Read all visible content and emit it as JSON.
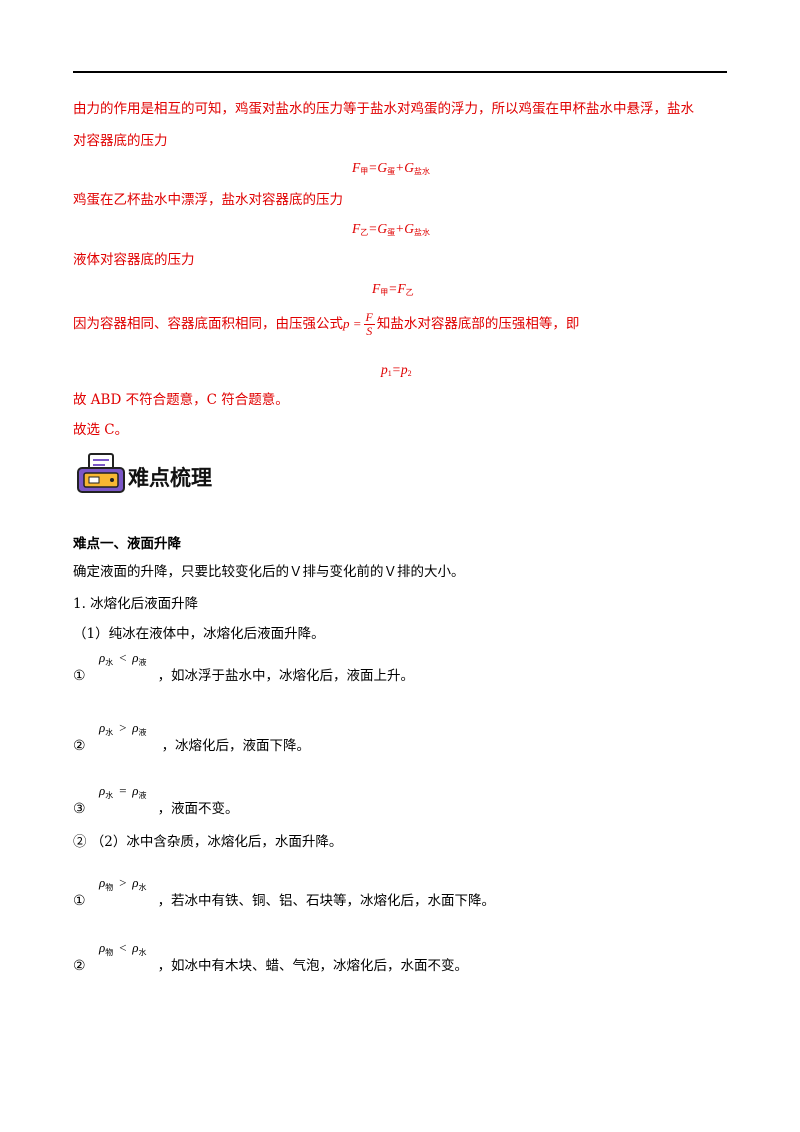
{
  "solution": {
    "line1": "由力的作用是相互的可知，鸡蛋对盐水的压力等于盐水对鸡蛋的浮力，所以鸡蛋在甲杯盐水中悬浮，盐水",
    "line2": "对容器底的压力",
    "eq1": {
      "lhs": "F",
      "lhs_sub": "甲",
      "mid": "=G",
      "mid_sub": "蛋",
      "rhs": "+G",
      "rhs_sub": "盐水"
    },
    "line3": "鸡蛋在乙杯盐水中漂浮，盐水对容器底的压力",
    "eq2": {
      "lhs": "F",
      "lhs_sub": "乙",
      "mid": "=G",
      "mid_sub": "蛋",
      "rhs": "+G",
      "rhs_sub": "盐水"
    },
    "line4": "液体对容器底的压力",
    "eq3": {
      "lhs": "F",
      "lhs_sub": "甲",
      "mid": "=F",
      "mid_sub": "乙"
    },
    "line5_pre": "因为容器相同、容器底面积相同，由压强公式",
    "formula": {
      "lhs": "p =",
      "num": "F",
      "den": "S"
    },
    "line5_post": "知盐水对容器底部的压强相等，即",
    "eq4": {
      "lhs": "p",
      "lhs_sub": "1",
      "mid": "=p",
      "mid_sub": "2"
    },
    "line6": "故 ABD 不符合题意，C 符合题意。",
    "line7": "故选 C。"
  },
  "section": {
    "title": "难点梳理",
    "icon": "printer-icon",
    "colors": {
      "icon_body": "#7b57c8",
      "icon_accent": "#f7b733",
      "icon_paper": "#ffffff"
    }
  },
  "difficulty": {
    "title": "难点一、液面升降",
    "intro": "确定液面的升降，只要比较变化后的Ｖ排与变化前的Ｖ排的大小。",
    "item1": "1.  冰熔化后液面升降",
    "sub1": "（1）纯冰在液体中，冰熔化后液面升降。",
    "c1": {
      "mark": "①",
      "rho_a": "ρ",
      "sub_a": "水",
      "op": "<",
      "rho_b": "ρ",
      "sub_b": "液",
      "text": "，如冰浮于盐水中，冰熔化后，液面上升。"
    },
    "c2": {
      "mark": "②",
      "rho_a": "ρ",
      "sub_a": "水",
      "op": ">",
      "rho_b": "ρ",
      "sub_b": "液",
      "text": "，冰熔化后，液面下降。"
    },
    "c3": {
      "mark": "③",
      "rho_a": "ρ",
      "sub_a": "水",
      "op": "=",
      "rho_b": "ρ",
      "sub_b": "液",
      "text": "，液面不变。"
    },
    "sub2": "②  （2）冰中含杂质，冰熔化后，水面升降。",
    "c4": {
      "mark": "①",
      "rho_a": "ρ",
      "sub_a": "物",
      "op": ">",
      "rho_b": "ρ",
      "sub_b": "水",
      "text": "，若冰中有铁、铜、铝、石块等，冰熔化后，水面下降。"
    },
    "c5": {
      "mark": "②",
      "rho_a": "ρ",
      "sub_a": "物",
      "op": "<",
      "rho_b": "ρ",
      "sub_b": "水",
      "text": "，如冰中有木块、蜡、气泡，冰熔化后，水面不变。"
    }
  }
}
